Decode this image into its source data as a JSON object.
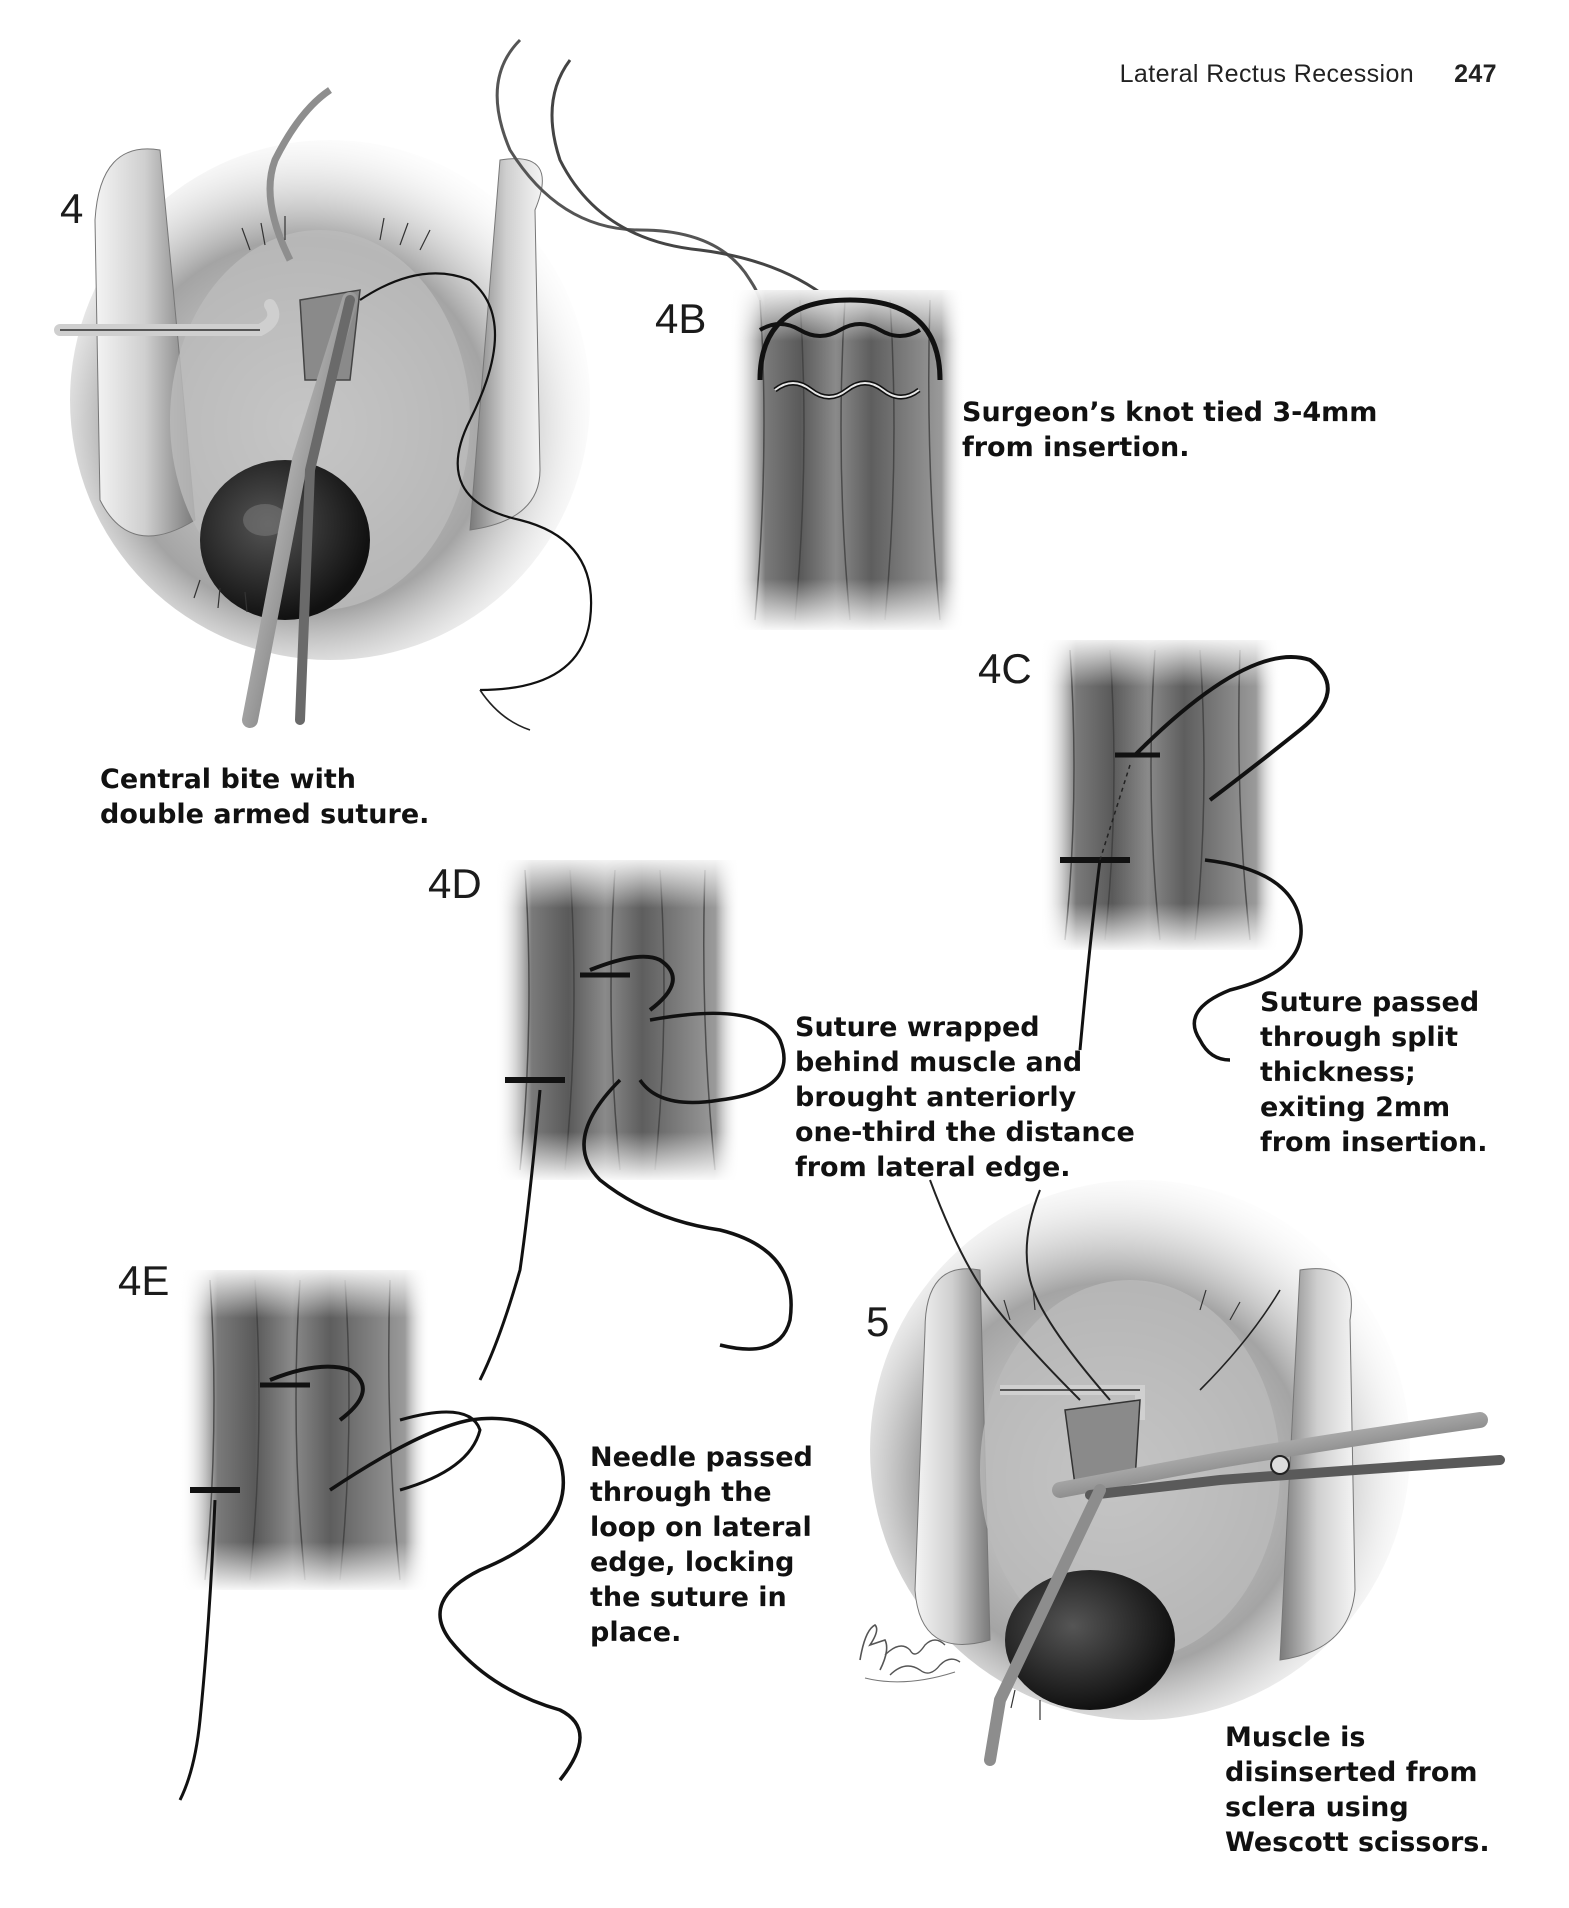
{
  "header": {
    "running_title": "Lateral Rectus Recession",
    "page_number": "247"
  },
  "figures": [
    {
      "label": "4",
      "caption": "Central bite with\ndouble armed suture."
    },
    {
      "label": "4B",
      "caption": "Surgeon’s knot tied 3-4mm\nfrom insertion."
    },
    {
      "label": "4C",
      "caption": "Suture passed\nthrough split\nthickness;\nexiting 2mm\nfrom insertion."
    },
    {
      "label": "4D",
      "caption": "Suture wrapped\nbehind muscle and\nbrought anteriorly\none-third the distance\nfrom lateral edge."
    },
    {
      "label": "4E",
      "caption": "Needle passed\nthrough the\nloop on lateral\nedge, locking\nthe suture in\nplace."
    },
    {
      "label": "5",
      "caption": "Muscle is\ndisinserted from\nsclera using\nWescott scissors."
    }
  ],
  "colors": {
    "ink": "#111111",
    "shade_dark": "#4a4a4a",
    "shade_mid": "#8c8c8c",
    "shade_light": "#d0d0d0"
  },
  "signature_text": "Elyssa Siegel"
}
